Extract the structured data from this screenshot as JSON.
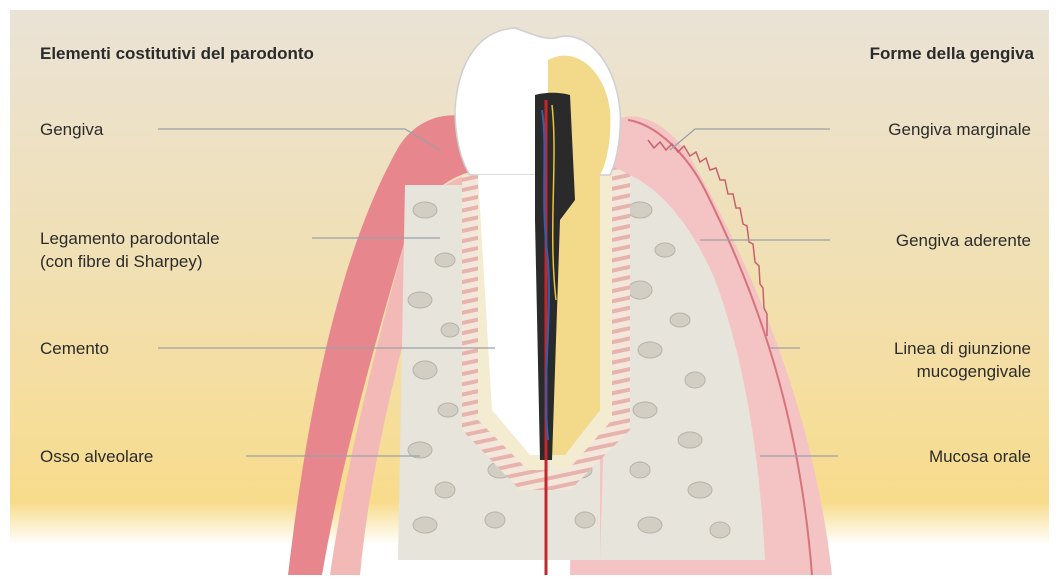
{
  "headings": {
    "left": "Elementi costitutivi del parodonto",
    "right": "Forme della gengiva"
  },
  "left_labels": [
    {
      "text": "Gengiva"
    },
    {
      "text": "Legamento parodontale",
      "text2": "(con fibre di Sharpey)"
    },
    {
      "text": "Cemento"
    },
    {
      "text": "Osso alveolare"
    }
  ],
  "right_labels": [
    {
      "text": "Gengiva marginale"
    },
    {
      "text": "Gengiva aderente"
    },
    {
      "text": "Linea di giunzione",
      "text2": "mucogengivale"
    },
    {
      "text": "Mucosa orale"
    }
  ],
  "colors": {
    "background_top": "#ebe2d2",
    "background_bottom": "#f7d98a",
    "gum": "#e8868d",
    "gum_light": "#f3c4c3",
    "bone": "#e7e4dc",
    "enamel": "#ffffff",
    "dentin": "#f3d98a",
    "pulp_vessels": "#c0282d",
    "leader_line": "#9aa0a8"
  }
}
